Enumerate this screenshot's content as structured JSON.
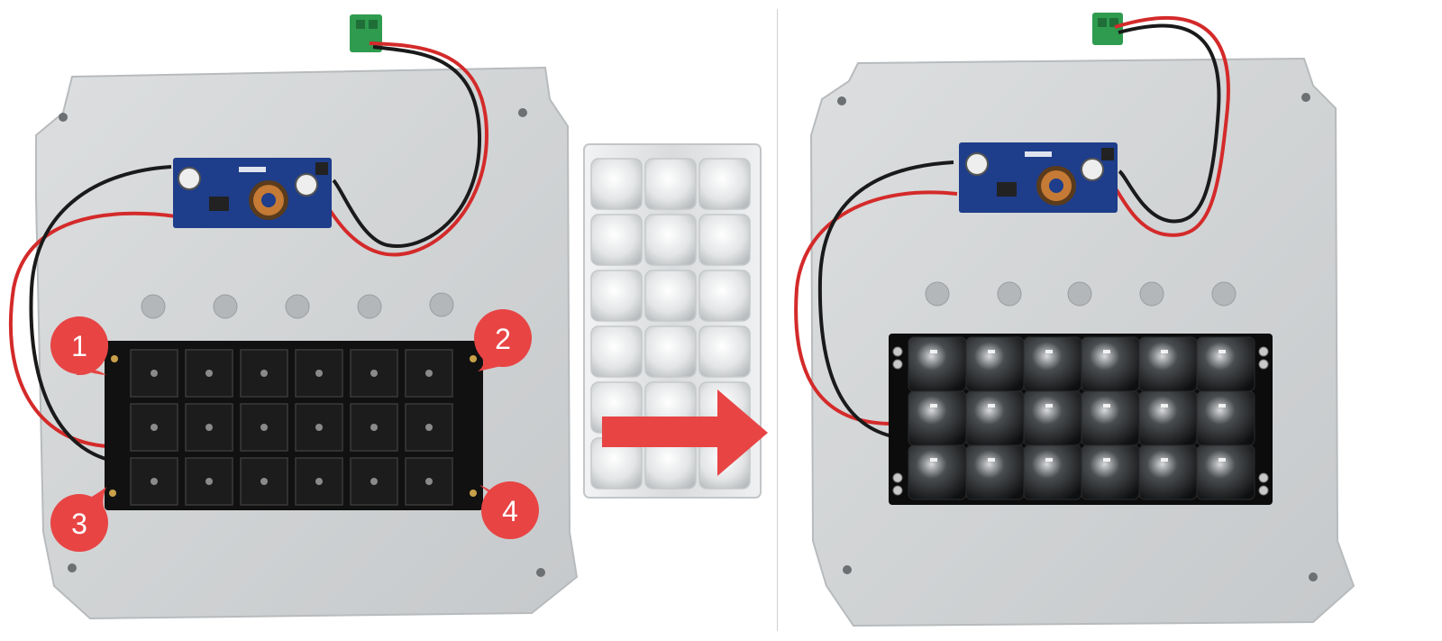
{
  "figure": {
    "callouts": [
      {
        "label": "1"
      },
      {
        "label": "2"
      },
      {
        "label": "3"
      },
      {
        "label": "4"
      }
    ],
    "arrow": {
      "color": "#e84444",
      "icon": "right-arrow-icon"
    },
    "colors": {
      "plate": "#d3d5d6",
      "plate_edge": "#bfc2c4",
      "led_board": "#111111",
      "driver_board": "#1e3d8a",
      "connector": "#2e9b4f",
      "wire_red": "#d42a2a",
      "wire_black": "#1a1a1a",
      "callout_red": "#e84444",
      "lens_tray": "#e8e9ea"
    }
  }
}
